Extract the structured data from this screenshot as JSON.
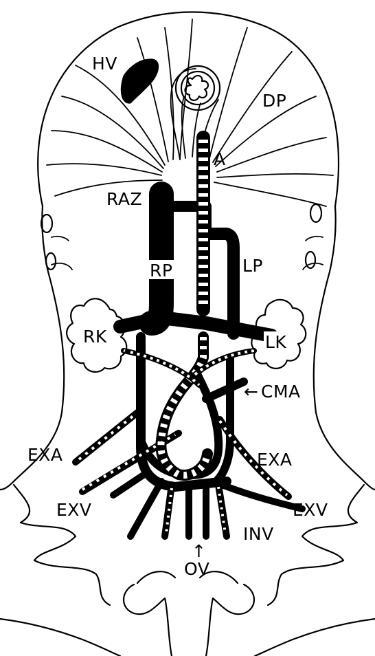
{
  "figure": {
    "labels": {
      "hv": "HV",
      "dp": "DP",
      "a": "A",
      "raz": "RAZ",
      "rp": "RP",
      "lp": "LP",
      "rk": "RK",
      "lk": "LK",
      "cma": "CMA",
      "exa_left": "EXA",
      "exa_right": "EXA",
      "exv_left": "EXV",
      "exv_right": "EXV",
      "inv": "INV",
      "ov": "OV"
    },
    "arrow_cma": "←",
    "arrow_ov": "↑"
  }
}
